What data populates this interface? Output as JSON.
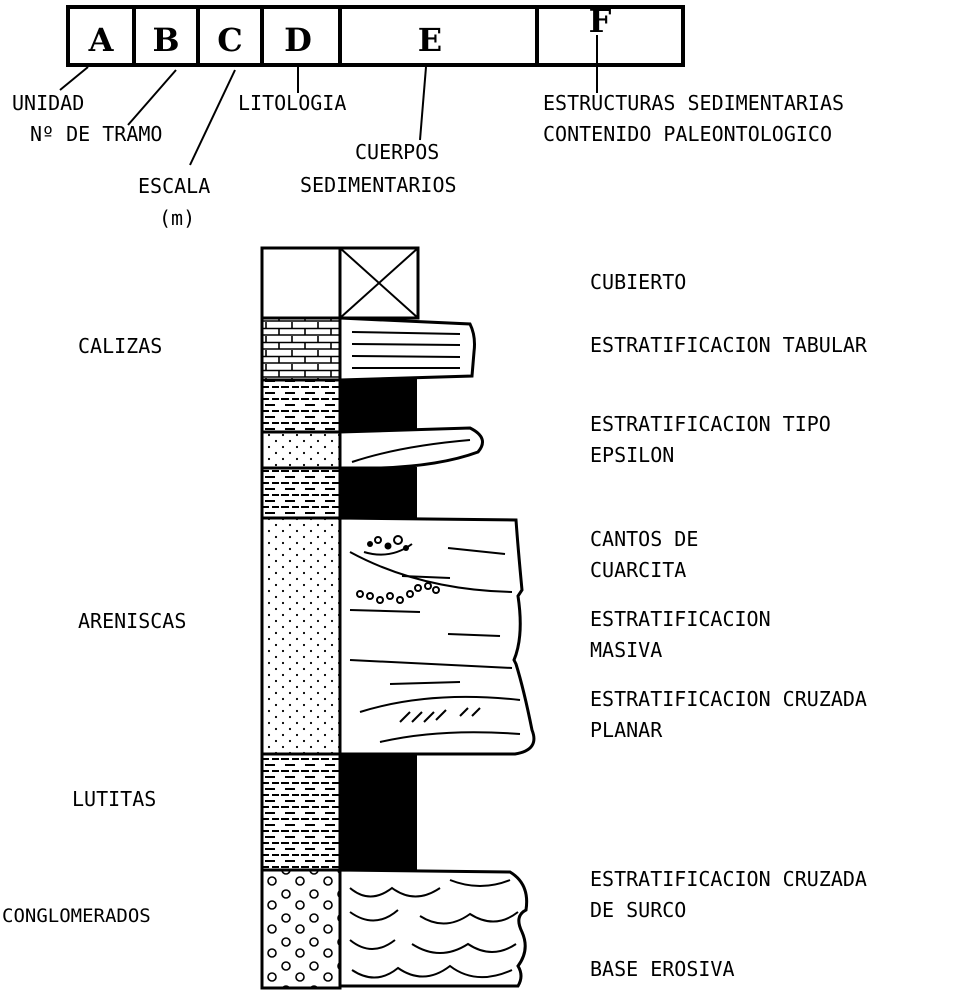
{
  "header": {
    "columns": [
      {
        "letter": "A"
      },
      {
        "letter": "B"
      },
      {
        "letter": "C"
      },
      {
        "letter": "D"
      },
      {
        "letter": "E"
      },
      {
        "letter": "F"
      }
    ],
    "callouts": {
      "unidad": "UNIDAD",
      "tramo": "Nº DE TRAMO",
      "escala": "ESCALA",
      "escala_unit": "(m)",
      "litologia": "LITOLOGIA",
      "cuerpos_1": "CUERPOS",
      "cuerpos_2": "SEDIMENTARIOS",
      "estructuras_1": "ESTRUCTURAS SEDIMENTARIAS",
      "estructuras_2": "CONTENIDO PALEONTOLOGICO"
    }
  },
  "units": {
    "calizas": "CALIZAS",
    "areniscas": "ARENISCAS",
    "lutitas": "LUTITAS",
    "conglomerados": "CONGLOMERADOS"
  },
  "structures": {
    "cubierto": "CUBIERTO",
    "tabular": "ESTRATIFICACION TABULAR",
    "epsilon_1": "ESTRATIFICACION TIPO",
    "epsilon_2": "EPSILON",
    "cantos_1": "CANTOS DE",
    "cantos_2": "CUARCITA",
    "masiva_1": "ESTRATIFICACION",
    "masiva_2": "MASIVA",
    "planar_1": "ESTRATIFICACION CRUZADA",
    "planar_2": "PLANAR",
    "surco_1": "ESTRATIFICACION CRUZADA",
    "surco_2": "DE SURCO",
    "erosiva": "BASE EROSIVA"
  }
}
